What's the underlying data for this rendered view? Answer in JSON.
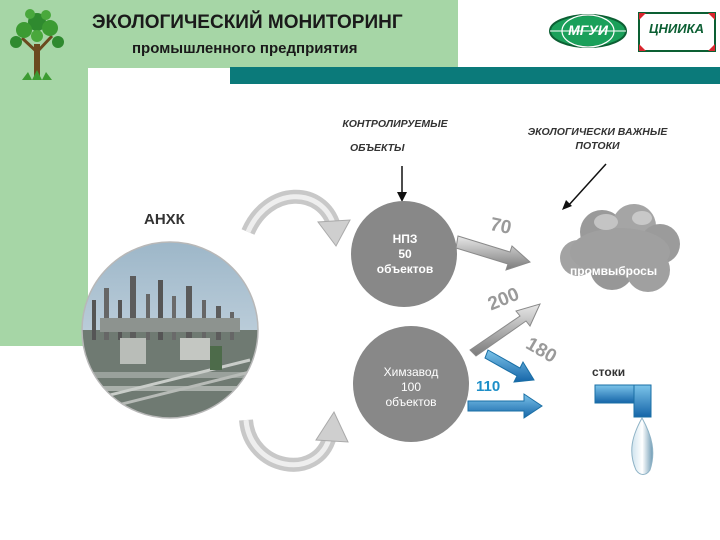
{
  "header": {
    "title": "ЭКОЛОГИЧЕСКИЙ МОНИТОРИНГ",
    "subtitle": "промышленного предприятия"
  },
  "logos": {
    "mgu": "МГУИ",
    "tsniika": "ЦНИИКА"
  },
  "labels": {
    "controlled_line1": "КОНТРОЛИРУЕМЫЕ",
    "controlled_line2": "ОБЪЕКТЫ",
    "eco_line1": "ЭКОЛОГИЧЕСКИ ВАЖНЫЕ",
    "eco_line2": "ПОТОКИ",
    "anhk": "АНХК",
    "emissions": "промвыбросы",
    "drains": "стоки"
  },
  "nodes": {
    "npz": {
      "name": "НПЗ",
      "count": "50",
      "unit": "объектов"
    },
    "chem": {
      "name": "Химзавод",
      "count": "100",
      "unit": "объектов"
    }
  },
  "flows": {
    "npz_to_emissions": "70",
    "chem_to_emissions": "200",
    "chem_to_drains_upper": "180",
    "chem_to_drains_lower": "110"
  },
  "colors": {
    "header_bg": "#a6d6a6",
    "teal_bar": "#0b7a7a",
    "node_fill": "#888888",
    "flow_blue": "#1e8fc8"
  }
}
